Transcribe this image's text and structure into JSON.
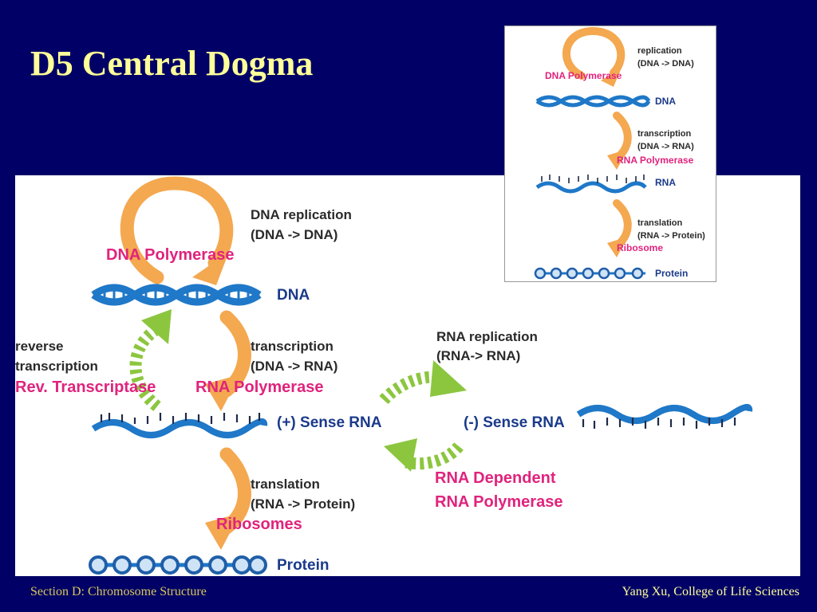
{
  "slide": {
    "title": "D5 Central Dogma",
    "footer_left": "Section D: Chromosome Structure",
    "footer_right": "Yang Xu, College of Life Sciences"
  },
  "diagram": {
    "dna_replication": "DNA replication",
    "dna_replication_sub": "(DNA -> DNA)",
    "dna_polymerase": "DNA Polymerase",
    "dna": "DNA",
    "reverse": "reverse",
    "reverse_transcription": "transcription",
    "rev_transcriptase": "Rev. Transcriptase",
    "transcription": "transcription",
    "transcription_sub": "(DNA -> RNA)",
    "rna_polymerase": "RNA Polymerase",
    "sense_plus": "(+) Sense RNA",
    "sense_minus": "(-) Sense RNA",
    "rna_replication": "RNA replication",
    "rna_replication_sub": "(RNA-> RNA)",
    "rna_dependent_1": "RNA Dependent",
    "rna_dependent_2": "RNA Polymerase",
    "translation": "translation",
    "translation_sub": "(RNA -> Protein)",
    "ribosomes": "Ribosomes",
    "protein": "Protein"
  },
  "inset": {
    "replication": "replication",
    "replication_sub": "(DNA -> DNA)",
    "dna_polymerase": "DNA Polymerase",
    "dna": "DNA",
    "transcription": "transcription",
    "transcription_sub": "(DNA -> RNA)",
    "rna_polymerase": "RNA Polymerase",
    "rna": "RNA",
    "translation": "translation",
    "translation_sub": "(RNA -> Protein)",
    "ribosome": "Ribosome",
    "protein": "Protein"
  },
  "colors": {
    "background": "#000066",
    "title": "#FFFF99",
    "strand": "#1f78c8",
    "arrow_orange": "#f4a850",
    "arrow_green": "#8cc63f",
    "enzyme_pink": "#e0237d"
  }
}
